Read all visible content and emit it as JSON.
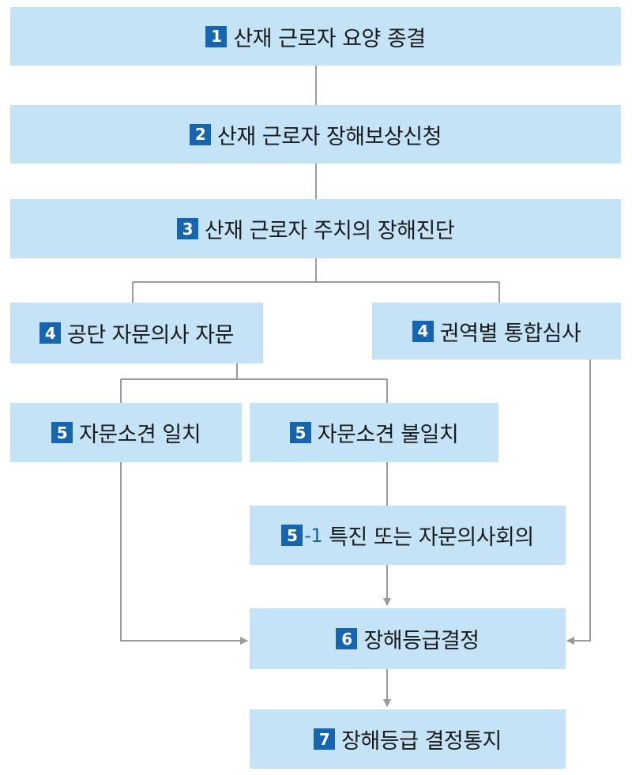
{
  "colors": {
    "box_fill": "#c5e3f6",
    "badge_fill": "#1665b0",
    "connector": "#9a9a9a",
    "text": "#1a1a1a"
  },
  "steps": {
    "s1": {
      "badge": "1",
      "label": "산재 근로자 요양 종결"
    },
    "s2": {
      "badge": "2",
      "label": "산재 근로자 장해보상신청"
    },
    "s3": {
      "badge": "3",
      "label": "산재 근로자 주치의 장해진단"
    },
    "s4a": {
      "badge": "4",
      "label": "공단 자문의사 자문"
    },
    "s4b": {
      "badge": "4",
      "label": "권역별 통합심사"
    },
    "s5a": {
      "badge": "5",
      "label": "자문소견 일치"
    },
    "s5b": {
      "badge": "5",
      "label": "자문소견 불일치"
    },
    "s5c": {
      "badge": "5",
      "badge_suffix": "-1",
      "label": "특진 또는 자문의사회의"
    },
    "s6": {
      "badge": "6",
      "label": "장해등급결정"
    },
    "s7": {
      "badge": "7",
      "label": "장해등급 결정통지"
    }
  }
}
